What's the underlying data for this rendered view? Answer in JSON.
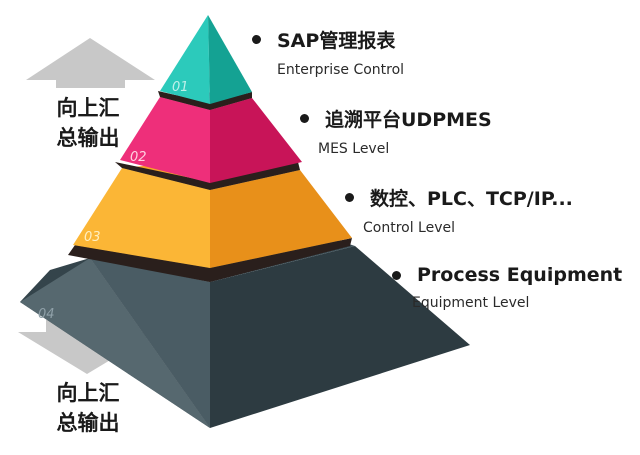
{
  "arrows": {
    "upper_text_line1": "向上汇",
    "upper_text_line2": "总输出",
    "lower_text_line1": "向上汇",
    "lower_text_line2": "总输出",
    "arrow_color": "#c8c8c8"
  },
  "levels": [
    {
      "number": "01",
      "title": "SAP管理报表",
      "subtitle": "Enterprise Control",
      "color": "#1fb8a8"
    },
    {
      "number": "02",
      "title": "追溯平台UDPMES",
      "subtitle": "MES Level",
      "color": "#e3206a"
    },
    {
      "number": "03",
      "title": "数控、PLC、TCP/IP...",
      "subtitle": "Control Level",
      "color": "#f7a42a"
    },
    {
      "number": "04",
      "title": "Process Equipment",
      "subtitle": "Equipment Level",
      "color": "#3d4f57"
    }
  ]
}
